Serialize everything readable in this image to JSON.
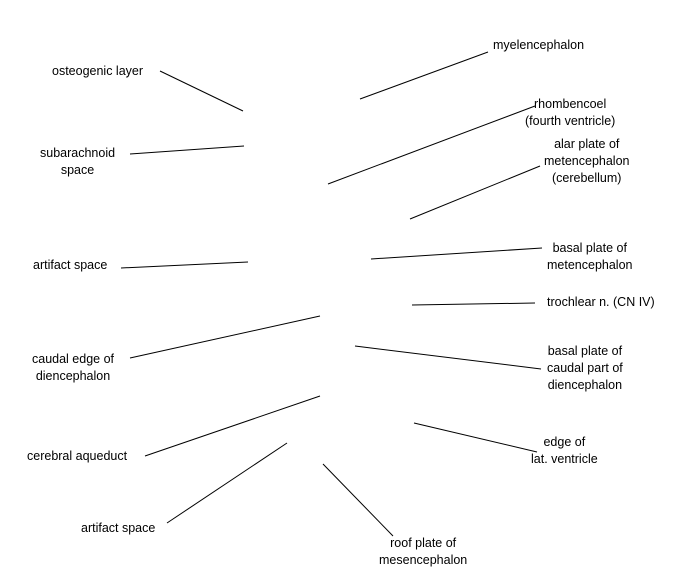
{
  "labels": {
    "osteogenic_layer": [
      "osteogenic layer"
    ],
    "subarachnoid_space": [
      "subarachnoid",
      "space"
    ],
    "artifact_space_left_upper": [
      "artifact space"
    ],
    "caudal_edge_diencephalon": [
      "caudal edge of",
      "diencephalon"
    ],
    "cerebral_aqueduct": [
      "cerebral aqueduct"
    ],
    "artifact_space_left_lower": [
      "artifact space"
    ],
    "myelencephalon": [
      "myelencephalon"
    ],
    "rhombencoel": [
      "rhombencoel",
      "(fourth ventricle)"
    ],
    "alar_plate_metencephalon": [
      "alar plate of",
      "metencephalon",
      "(cerebellum)"
    ],
    "basal_plate_metencephalon": [
      "basal plate of",
      "metencephalon"
    ],
    "trochlear_nerve": [
      "trochlear n. (CN IV)"
    ],
    "basal_plate_caudal_diencephalon": [
      "basal plate of",
      "caudal part of",
      "diencephalon"
    ],
    "edge_lat_ventricle": [
      "edge of",
      "lat. ventricle"
    ],
    "roof_plate_mesencephalon": [
      "roof plate of",
      "mesencephalon"
    ]
  }
}
